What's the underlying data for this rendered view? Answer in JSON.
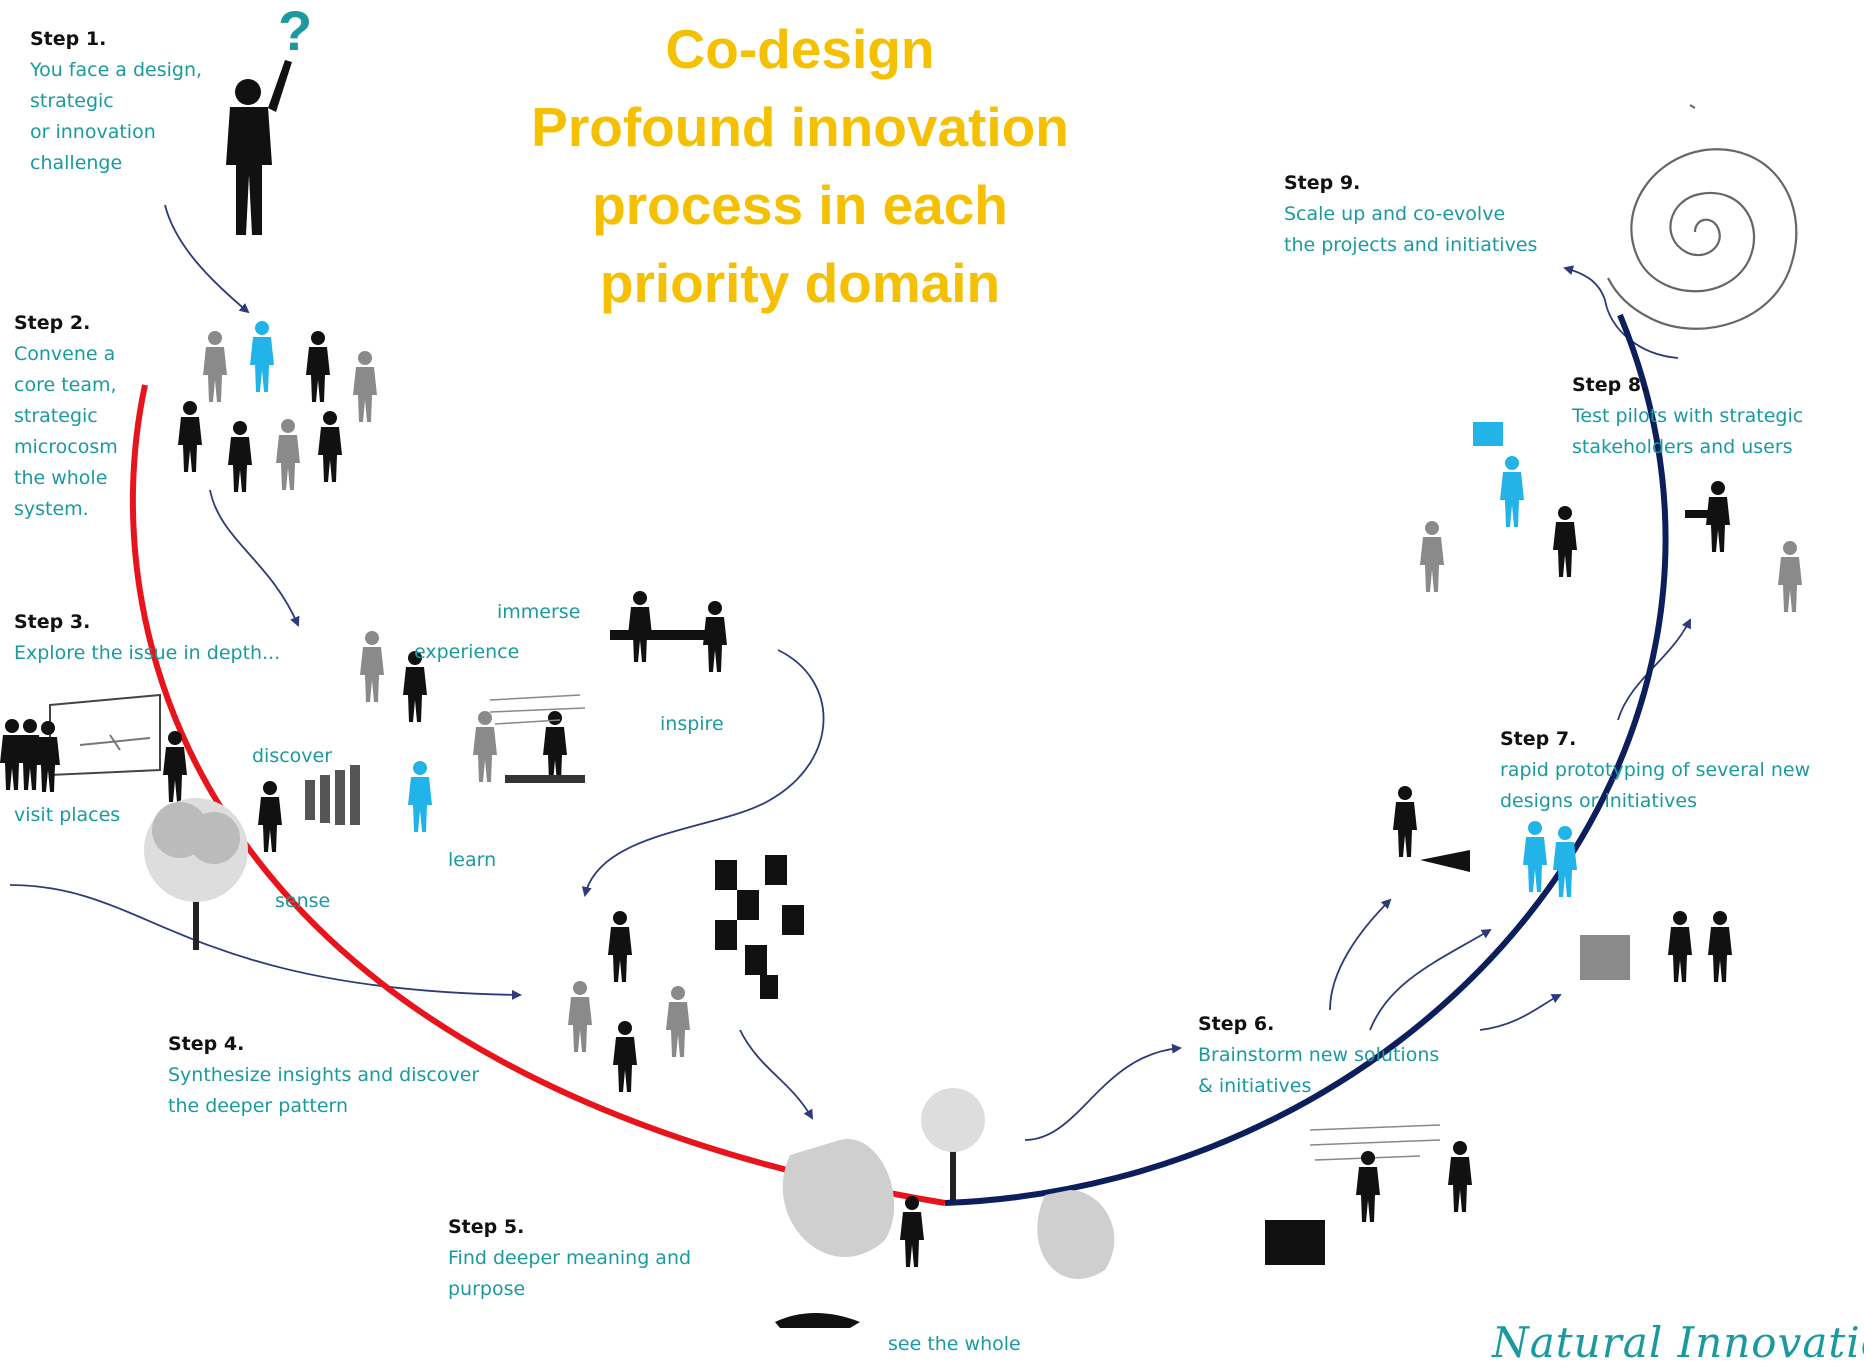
{
  "title": {
    "lines": [
      "Co-design",
      "Profound innovation",
      "process in each",
      "priority domain"
    ],
    "color": "#f5c000"
  },
  "steps": [
    {
      "heading": "Step 1.",
      "text": "You face a design,\nstrategic\nor innovation\nchallenge"
    },
    {
      "heading": "Step 2.",
      "text": "Convene a\ncore team,\nstrategic\nmicrocosm\nthe whole\nsystem."
    },
    {
      "heading": "Step 3.",
      "text": "Explore the issue in depth..."
    },
    {
      "heading": "Step 4.",
      "text": "Synthesize insights and discover\nthe deeper pattern"
    },
    {
      "heading": "Step 5.",
      "text": "Find deeper meaning and\npurpose"
    },
    {
      "heading": "Step 6.",
      "text": "Brainstorm new solutions\n& initiatives"
    },
    {
      "heading": "Step 7.",
      "text": "rapid prototyping of several new\ndesigns or initiatives"
    },
    {
      "heading": "Step 8.",
      "text": "Test pilots with strategic\nstakeholders and users"
    },
    {
      "heading": "Step 9.",
      "text": "Scale up and co-evolve\nthe projects and initiatives"
    }
  ],
  "activities": {
    "immerse": "immerse",
    "experience": "experience",
    "inspire": "inspire",
    "discover": "discover",
    "visit_places": "visit places",
    "learn": "learn",
    "sense": "sense",
    "see_the_whole": "see the whole"
  },
  "logo": "Natural Innovation",
  "colors": {
    "text_teal": "#1a9aa0",
    "heading": "#111111",
    "arc_left": "#e8141c",
    "arc_right": "#0c1f5c",
    "arrows": "#2e3a7a",
    "highlight_figure": "#22b4e8",
    "figure_dark": "#111111",
    "figure_grey": "#8a8a8a",
    "foliage_grey": "#cfcfcf"
  }
}
